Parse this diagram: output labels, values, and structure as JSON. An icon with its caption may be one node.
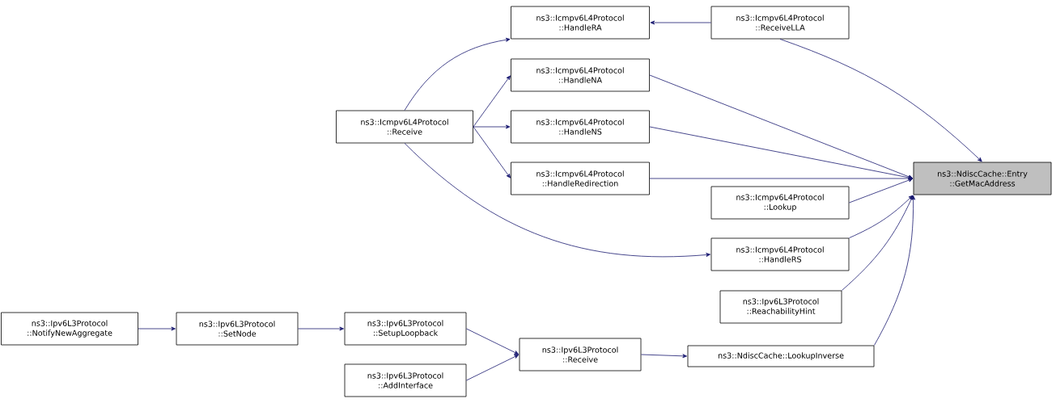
{
  "diagram": {
    "nodes": [
      {
        "text": [
          "ns3::NdiscCache::Entry ::GetMacAddress"
        ]
      },
      {
        "text": [
          "ns3::Icmpv6L4Protocol ::ReceiveLLA"
        ]
      },
      {
        "text": [
          "ns3::Icmpv6L4Protocol ::HandleRA"
        ]
      },
      {
        "text": [
          "ns3::Icmpv6L4Protocol ::HandleNA"
        ]
      },
      {
        "text": [
          "ns3::Icmpv6L4Protocol ::Receive"
        ]
      },
      {
        "text": [
          "ns3::Icmpv6L4Protocol ::HandleNS"
        ]
      },
      {
        "text": [
          "ns3::Icmpv6L4Protocol ::HandleRedirection"
        ]
      },
      {
        "text": [
          "ns3::Icmpv6L4Protocol ::Lookup"
        ]
      },
      {
        "text": [
          "ns3::Icmpv6L4Protocol ::HandleRS"
        ]
      },
      {
        "text": [
          "ns3::Ipv6L3Protocol ::ReachabilityHint"
        ]
      },
      {
        "text": [
          "ns3::Ipv6L3Protocol ::NotifyNewAggregate"
        ]
      },
      {
        "text": [
          "ns3::Ipv6L3Protocol ::SetNode"
        ]
      },
      {
        "text": [
          "ns3::Ipv6L3Protocol ::SetupLoopback"
        ]
      },
      {
        "text": [
          "ns3::Ipv6L3Protocol ::Receive"
        ]
      },
      {
        "text": [
          "ns3::Ipv6L3Protocol ::AddInterface"
        ]
      },
      {
        "text": [
          "ns3::NdiscCache::LookupInverse"
        ]
      }
    ],
    "edges": [
      {
        "from": 1,
        "to": 0,
        "arrow": "to"
      },
      {
        "from": 3,
        "to": 0,
        "arrow": "to"
      },
      {
        "from": 5,
        "to": 0,
        "arrow": "to"
      },
      {
        "from": 6,
        "to": 0,
        "arrow": "to"
      },
      {
        "from": 7,
        "to": 0,
        "arrow": "to"
      },
      {
        "from": 8,
        "to": 0,
        "arrow": "to"
      },
      {
        "from": 9,
        "to": 0,
        "arrow": "to"
      },
      {
        "from": 15,
        "to": 0,
        "arrow": "to"
      },
      {
        "from": 1,
        "to": 2,
        "arrow": "to"
      },
      {
        "from": 4,
        "to": 2,
        "arrow": "to"
      },
      {
        "from": 4,
        "to": 3,
        "arrow": "to"
      },
      {
        "from": 4,
        "to": 5,
        "arrow": "to"
      },
      {
        "from": 4,
        "to": 6,
        "arrow": "to"
      },
      {
        "from": 4,
        "to": 8,
        "arrow": "to"
      },
      {
        "from": 13,
        "to": 15,
        "arrow": "to"
      },
      {
        "from": 12,
        "to": 13,
        "arrow": "to"
      },
      {
        "from": 14,
        "to": 13,
        "arrow": "to"
      },
      {
        "from": 11,
        "to": 12,
        "arrow": "to"
      },
      {
        "from": 10,
        "to": 11,
        "arrow": "to"
      }
    ]
  }
}
